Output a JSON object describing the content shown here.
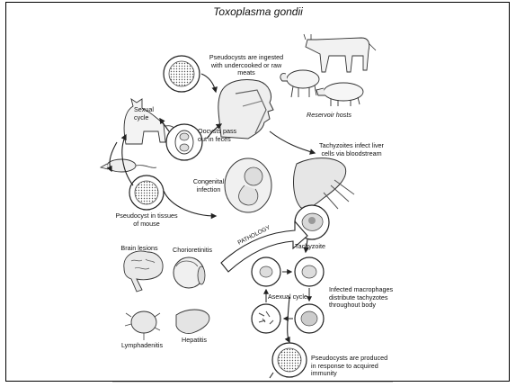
{
  "title": "Toxoplasma gondii",
  "labels": {
    "ingested": "Pseudocysts are ingested with undercooked or raw meats",
    "sexual_cycle": "Sexual cycle",
    "oocysts": "Oocysts pass out in feces",
    "reservoir": "Reservoir hosts",
    "tachy_liver": "Tachyzoites infect liver cells via bloodstream",
    "congenital": "Congenital infection",
    "pseudocyst_mouse": "Pseudocyst in tissues of mouse",
    "pathology": "PATHOLOGY",
    "tachyzoite": "Tachyzoite",
    "brain": "Brain lesions",
    "chorio": "Chorioretinitis",
    "asexual": "Asexual cycle",
    "macrophages": "Infected macrophages distribute tachyzotes throughout body",
    "lymph": "Lymphadenitis",
    "hepatitis": "Hepatitis",
    "produced": "Pseudocysts are produced in response to acquired immunity"
  }
}
